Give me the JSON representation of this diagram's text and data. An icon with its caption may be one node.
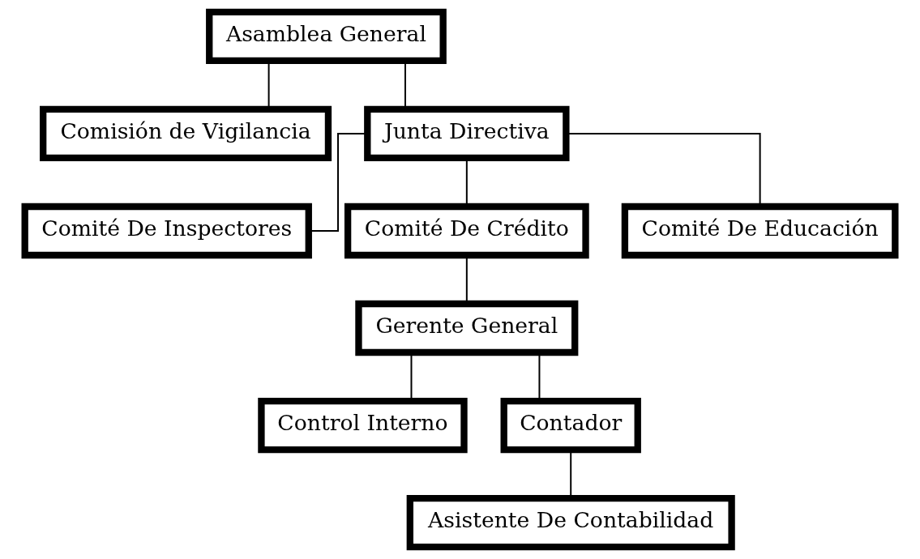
{
  "diagram": {
    "nodes": [
      {
        "text": [
          "Asamblea General"
        ]
      },
      {
        "text": [
          "Comisión de Vigilancia"
        ]
      },
      {
        "text": [
          "Junta Directiva"
        ]
      },
      {
        "text": [
          "Comité De Inspectores"
        ]
      },
      {
        "text": [
          "Comité De Crédito"
        ]
      },
      {
        "text": [
          "Comité De Educación"
        ]
      },
      {
        "text": [
          "Gerente General"
        ]
      },
      {
        "text": [
          "Control Interno"
        ]
      },
      {
        "text": [
          "Contador"
        ]
      },
      {
        "text": [
          "Asistente De Contabilidad"
        ]
      }
    ],
    "edges": [
      {
        "from": 0,
        "to": 1,
        "arrow": "none"
      },
      {
        "from": 0,
        "to": 2,
        "arrow": "none"
      },
      {
        "from": 2,
        "to": 3,
        "arrow": "none"
      },
      {
        "from": 2,
        "to": 4,
        "arrow": "none"
      },
      {
        "from": 2,
        "to": 5,
        "arrow": "none"
      },
      {
        "from": 4,
        "to": 6,
        "arrow": "none"
      },
      {
        "from": 6,
        "to": 7,
        "arrow": "none"
      },
      {
        "from": 6,
        "to": 8,
        "arrow": "none"
      },
      {
        "from": 8,
        "to": 9,
        "arrow": "none"
      }
    ]
  }
}
